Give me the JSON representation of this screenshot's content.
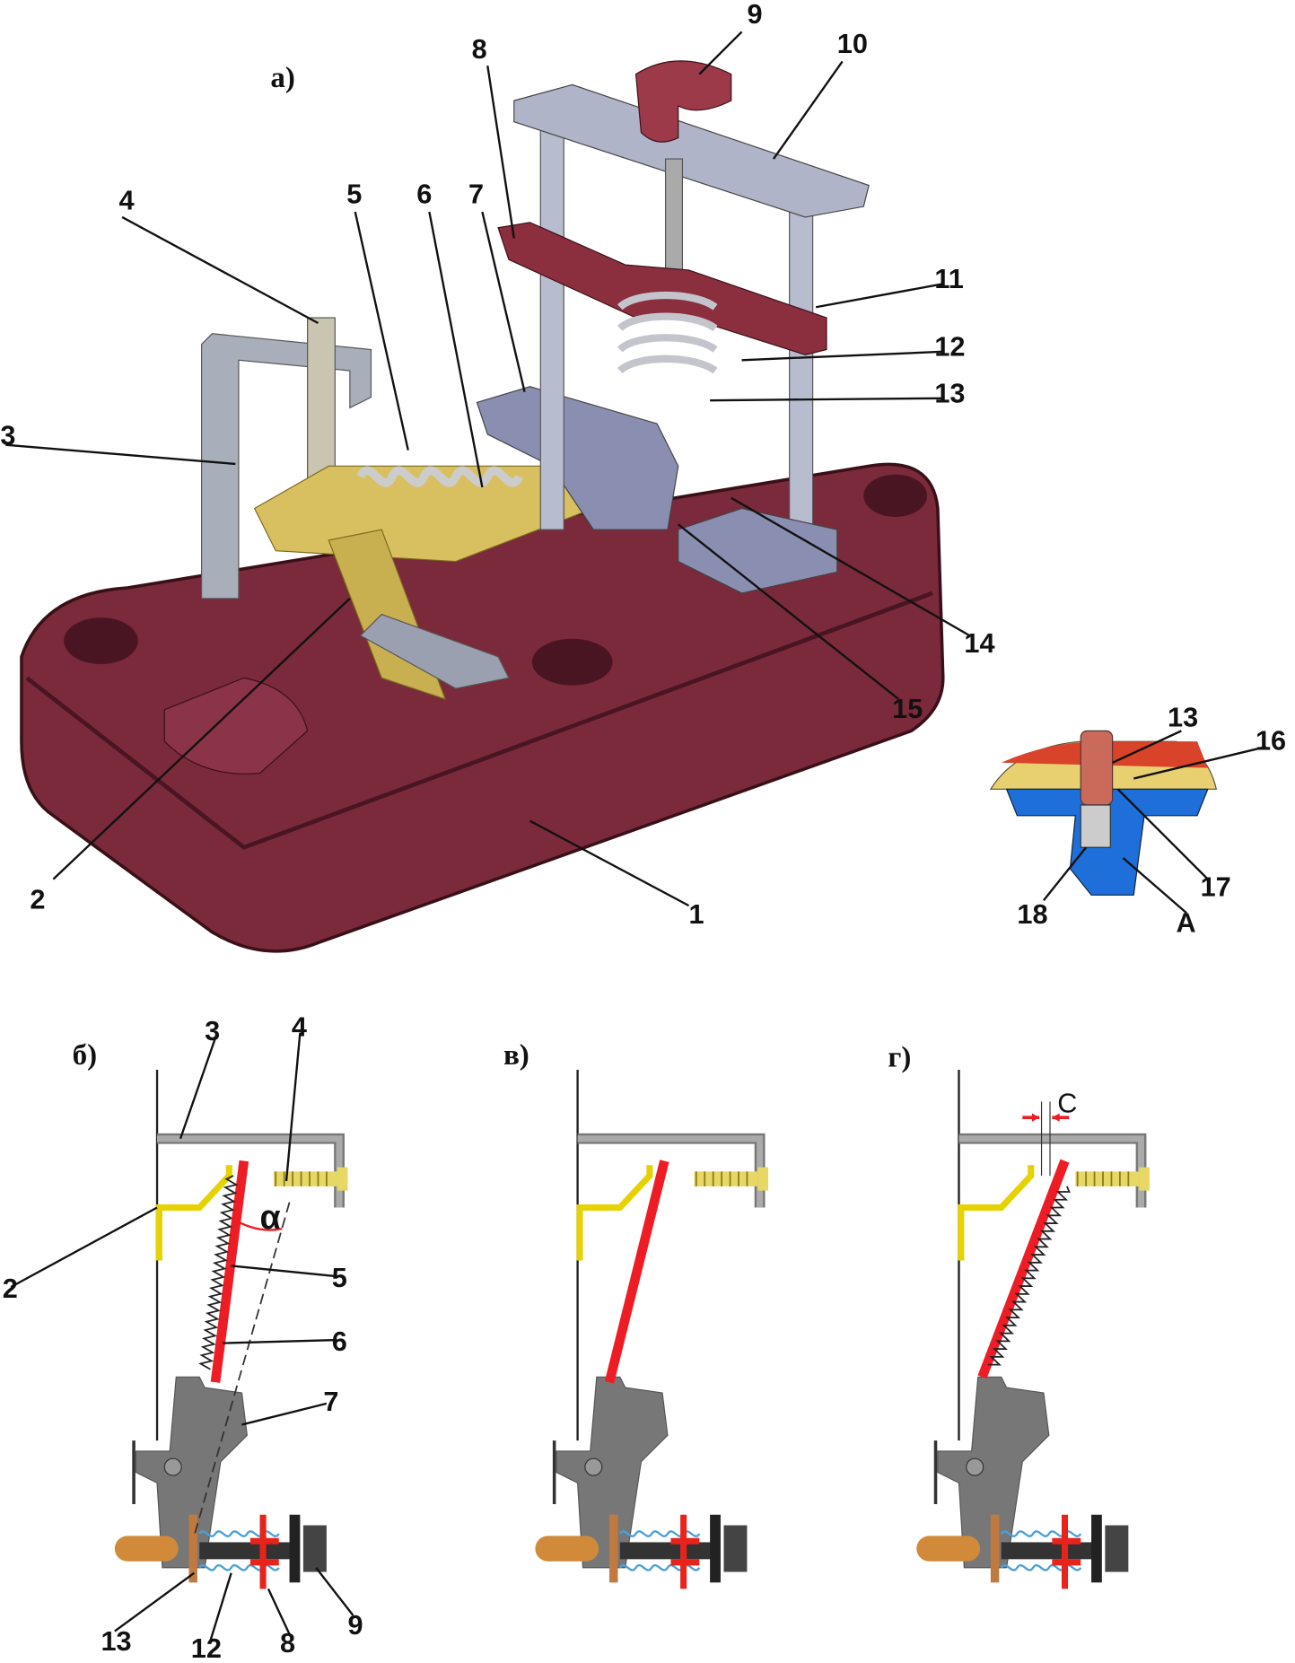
{
  "panels": {
    "a": {
      "title": "а)",
      "labels": [
        "1",
        "2",
        "3",
        "4",
        "5",
        "6",
        "7",
        "8",
        "9",
        "10",
        "11",
        "12",
        "13",
        "14",
        "15"
      ]
    },
    "inset": {
      "labels": [
        "13",
        "16",
        "17",
        "18",
        "A"
      ]
    },
    "b": {
      "title": "б)",
      "labels": [
        "3",
        "4",
        "2",
        "5",
        "6",
        "7",
        "13",
        "12",
        "8",
        "9"
      ],
      "angle": "α"
    },
    "v": {
      "title": "в)"
    },
    "g": {
      "title": "г)",
      "gap": "C"
    }
  },
  "colors": {
    "base": "#7a2a3a",
    "bracket": "#a9aebb",
    "contact": "#d8c060",
    "lever": "#ee1c24",
    "inset_blue": "#1e6fd9",
    "inset_red": "#d8432a"
  }
}
